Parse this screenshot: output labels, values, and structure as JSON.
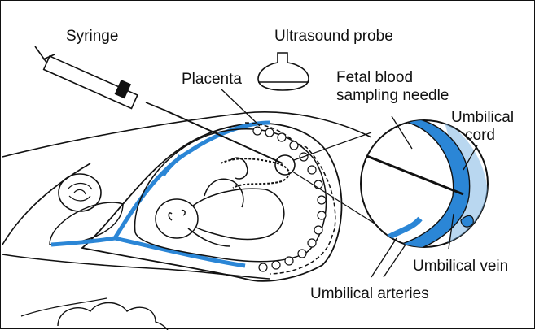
{
  "labels": {
    "syringe": "Syringe",
    "ultrasound_probe": "Ultrasound probe",
    "placenta": "Placenta",
    "needle_line1": "Fetal blood",
    "needle_line2": "sampling needle",
    "cord_line1": "Umbilical",
    "cord_line2": "cord",
    "umbilical_vein": "Umbilical vein",
    "umbilical_arteries": "Umbilical arteries"
  },
  "colors": {
    "blood": "#2b86d6",
    "outline": "#111111",
    "speckle": "#7fb6e4"
  }
}
